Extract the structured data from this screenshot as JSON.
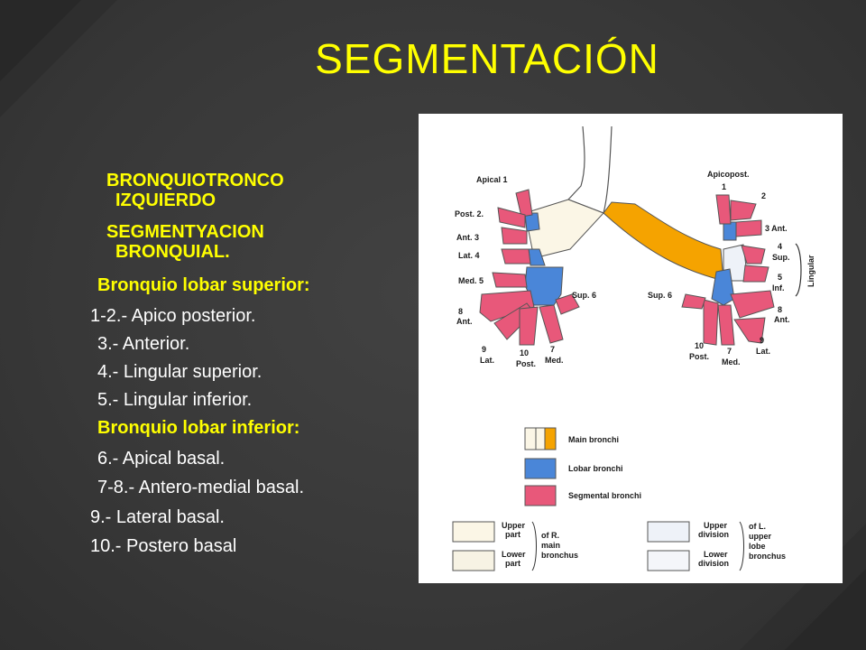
{
  "title": "SEGMENTACIÓN",
  "left_text": {
    "heading1": [
      "BRONQUIOTRONCO",
      "IZQUIERDO"
    ],
    "heading2": [
      "SEGMENTYACION",
      "BRONQUIAL."
    ],
    "lobar_superior": "Bronquio lobar superior:",
    "superior_items": [
      "1-2.- Apico posterior.",
      "3.- Anterior.",
      "4.- Lingular superior.",
      "5.- Lingular inferior."
    ],
    "lobar_inferior": "Bronquio lobar inferior:",
    "inferior_items": [
      "6.- Apical basal.",
      "7-8.- Antero-medial basal.",
      "9.- Lateral basal.",
      "10.- Postero basal"
    ]
  },
  "diagram": {
    "right_side_labels": {
      "apical": "Apical 1",
      "post": "Post. 2.",
      "ant": "Ant. 3",
      "lat": "Lat. 4",
      "med": "Med. 5",
      "sup6": "Sup. 6",
      "ant8": [
        "8",
        "Ant."
      ],
      "lat9": [
        "9",
        "Lat."
      ],
      "post10": [
        "10",
        "Post."
      ],
      "med7": [
        "7",
        "Med."
      ]
    },
    "left_side_labels": {
      "apicopost": "Apicopost.",
      "one": "1",
      "two": "2",
      "ant3": "3 Ant.",
      "four_sup": "4",
      "sup": "Sup.",
      "five": "5",
      "inf": "Inf.",
      "lingular": "Lingular",
      "sup6": "Sup. 6",
      "ant8": [
        "8",
        "Ant."
      ],
      "lat9": [
        "9",
        "Lat."
      ],
      "post10": [
        "10",
        "Post."
      ],
      "med7": [
        "7",
        "Med."
      ]
    },
    "legend": {
      "main": "Main bronchi",
      "lobar": "Lobar bronchi",
      "segmental": "Segmental bronchi",
      "upper_part": [
        "Upper",
        "part"
      ],
      "lower_part": [
        "Lower",
        "part"
      ],
      "of_r": [
        "of R.",
        "main",
        "bronchus"
      ],
      "upper_division": [
        "Upper",
        "division"
      ],
      "lower_division": [
        "Lower",
        "division"
      ],
      "of_l": [
        "of L.",
        "upper",
        "lobe",
        "bronchus"
      ]
    },
    "colors": {
      "main_orange": "#f5a300",
      "lobar_blue": "#4a86d8",
      "segmental_pink": "#e8587a"
    }
  }
}
